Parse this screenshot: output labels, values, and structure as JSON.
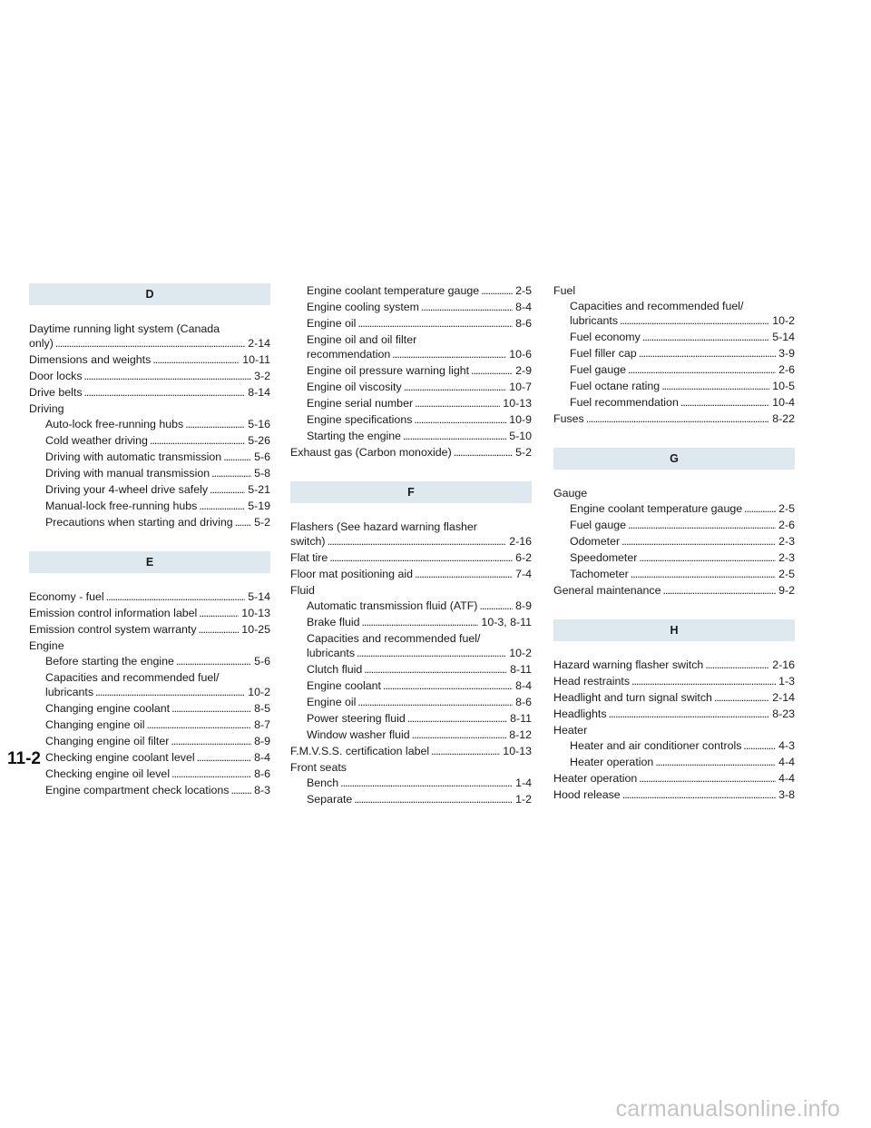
{
  "page_number": "11-2",
  "watermark": "carmanualsonline.info",
  "columns": [
    {
      "blocks": [
        {
          "type": "band",
          "label": "D"
        },
        {
          "type": "entry",
          "level": 0,
          "name": "Daytime running light system (Canada",
          "name2": "only)",
          "page": "2-14"
        },
        {
          "type": "entry",
          "level": 0,
          "name": "Dimensions and weights",
          "page": "10-11"
        },
        {
          "type": "entry",
          "level": 0,
          "name": "Door locks",
          "page": "3-2"
        },
        {
          "type": "entry",
          "level": 0,
          "name": "Drive belts",
          "page": "8-14"
        },
        {
          "type": "entry",
          "level": 0,
          "name": "Driving",
          "page": ""
        },
        {
          "type": "entry",
          "level": 1,
          "name": "Auto-lock free-running hubs",
          "page": "5-16"
        },
        {
          "type": "entry",
          "level": 1,
          "name": "Cold weather driving",
          "page": "5-26"
        },
        {
          "type": "entry",
          "level": 1,
          "name": "Driving with automatic transmission",
          "page": "5-6"
        },
        {
          "type": "entry",
          "level": 1,
          "name": "Driving with manual transmission",
          "page": "5-8"
        },
        {
          "type": "entry",
          "level": 1,
          "name": "Driving your 4-wheel drive safely",
          "page": "5-21"
        },
        {
          "type": "entry",
          "level": 1,
          "name": "Manual-lock free-running hubs",
          "page": "5-19"
        },
        {
          "type": "entry",
          "level": 1,
          "name": "Precautions when starting and driving",
          "page": "5-2"
        },
        {
          "type": "band",
          "label": "E"
        },
        {
          "type": "entry",
          "level": 0,
          "name": "Economy - fuel",
          "page": "5-14"
        },
        {
          "type": "entry",
          "level": 0,
          "name": "Emission control information label",
          "page": "10-13"
        },
        {
          "type": "entry",
          "level": 0,
          "name": "Emission control system warranty",
          "page": "10-25"
        },
        {
          "type": "entry",
          "level": 0,
          "name": "Engine",
          "page": ""
        },
        {
          "type": "entry",
          "level": 1,
          "name": "Before starting the engine",
          "page": "5-6"
        },
        {
          "type": "entry",
          "level": 1,
          "name": "Capacities and recommended fuel/",
          "name2": "lubricants",
          "page": "10-2"
        },
        {
          "type": "entry",
          "level": 1,
          "name": "Changing engine coolant",
          "page": "8-5"
        },
        {
          "type": "entry",
          "level": 1,
          "name": "Changing engine oil",
          "page": "8-7"
        },
        {
          "type": "entry",
          "level": 1,
          "name": "Changing engine oil filter",
          "page": "8-9"
        },
        {
          "type": "entry",
          "level": 1,
          "name": "Checking engine coolant level",
          "page": "8-4"
        },
        {
          "type": "entry",
          "level": 1,
          "name": "Checking engine oil level",
          "page": "8-6"
        },
        {
          "type": "entry",
          "level": 1,
          "name": "Engine compartment check locations",
          "page": "8-3"
        }
      ]
    },
    {
      "blocks": [
        {
          "type": "entry",
          "level": 1,
          "name": "Engine coolant temperature gauge",
          "page": "2-5"
        },
        {
          "type": "entry",
          "level": 1,
          "name": "Engine cooling system",
          "page": "8-4"
        },
        {
          "type": "entry",
          "level": 1,
          "name": "Engine oil",
          "page": "8-6"
        },
        {
          "type": "entry",
          "level": 1,
          "name": "Engine oil and oil filter",
          "name2": "recommendation",
          "page": "10-6"
        },
        {
          "type": "entry",
          "level": 1,
          "name": "Engine oil pressure warning light",
          "page": "2-9"
        },
        {
          "type": "entry",
          "level": 1,
          "name": "Engine oil viscosity",
          "page": "10-7"
        },
        {
          "type": "entry",
          "level": 1,
          "name": "Engine serial number",
          "page": "10-13"
        },
        {
          "type": "entry",
          "level": 1,
          "name": "Engine specifications",
          "page": "10-9"
        },
        {
          "type": "entry",
          "level": 1,
          "name": "Starting the engine",
          "page": "5-10"
        },
        {
          "type": "entry",
          "level": 0,
          "name": "Exhaust gas (Carbon monoxide)",
          "page": "5-2"
        },
        {
          "type": "band",
          "label": "F"
        },
        {
          "type": "entry",
          "level": 0,
          "name": "Flashers (See hazard warning flasher",
          "name2": "switch)",
          "page": "2-16"
        },
        {
          "type": "entry",
          "level": 0,
          "name": "Flat tire",
          "page": "6-2"
        },
        {
          "type": "entry",
          "level": 0,
          "name": "Floor mat positioning aid",
          "page": "7-4"
        },
        {
          "type": "entry",
          "level": 0,
          "name": "Fluid",
          "page": ""
        },
        {
          "type": "entry",
          "level": 1,
          "name": "Automatic transmission fluid (ATF)",
          "page": "8-9"
        },
        {
          "type": "entry",
          "level": 1,
          "name": "Brake fluid",
          "page": "10-3, 8-11"
        },
        {
          "type": "entry",
          "level": 1,
          "name": "Capacities and recommended fuel/",
          "name2": "lubricants",
          "page": "10-2"
        },
        {
          "type": "entry",
          "level": 1,
          "name": "Clutch fluid",
          "page": "8-11"
        },
        {
          "type": "entry",
          "level": 1,
          "name": "Engine coolant",
          "page": "8-4"
        },
        {
          "type": "entry",
          "level": 1,
          "name": "Engine oil",
          "page": "8-6"
        },
        {
          "type": "entry",
          "level": 1,
          "name": "Power steering fluid",
          "page": "8-11"
        },
        {
          "type": "entry",
          "level": 1,
          "name": "Window washer fluid",
          "page": "8-12"
        },
        {
          "type": "entry",
          "level": 0,
          "name": "F.M.V.S.S. certification label",
          "page": "10-13"
        },
        {
          "type": "entry",
          "level": 0,
          "name": "Front seats",
          "page": ""
        },
        {
          "type": "entry",
          "level": 1,
          "name": "Bench",
          "page": "1-4"
        },
        {
          "type": "entry",
          "level": 1,
          "name": "Separate",
          "page": "1-2"
        }
      ]
    },
    {
      "blocks": [
        {
          "type": "entry",
          "level": 0,
          "name": "Fuel",
          "page": ""
        },
        {
          "type": "entry",
          "level": 1,
          "name": "Capacities and recommended fuel/",
          "name2": "lubricants",
          "page": "10-2"
        },
        {
          "type": "entry",
          "level": 1,
          "name": "Fuel economy",
          "page": "5-14"
        },
        {
          "type": "entry",
          "level": 1,
          "name": "Fuel filler cap",
          "page": "3-9"
        },
        {
          "type": "entry",
          "level": 1,
          "name": "Fuel gauge",
          "page": "2-6"
        },
        {
          "type": "entry",
          "level": 1,
          "name": "Fuel octane rating",
          "page": "10-5"
        },
        {
          "type": "entry",
          "level": 1,
          "name": "Fuel recommendation",
          "page": "10-4"
        },
        {
          "type": "entry",
          "level": 0,
          "name": "Fuses",
          "page": "8-22"
        },
        {
          "type": "band",
          "label": "G"
        },
        {
          "type": "entry",
          "level": 0,
          "name": "Gauge",
          "page": ""
        },
        {
          "type": "entry",
          "level": 1,
          "name": "Engine coolant temperature gauge",
          "page": "2-5"
        },
        {
          "type": "entry",
          "level": 1,
          "name": "Fuel gauge",
          "page": "2-6"
        },
        {
          "type": "entry",
          "level": 1,
          "name": "Odometer",
          "page": "2-3"
        },
        {
          "type": "entry",
          "level": 1,
          "name": "Speedometer",
          "page": "2-3"
        },
        {
          "type": "entry",
          "level": 1,
          "name": "Tachometer",
          "page": "2-5"
        },
        {
          "type": "entry",
          "level": 0,
          "name": "General maintenance",
          "page": "9-2"
        },
        {
          "type": "band",
          "label": "H"
        },
        {
          "type": "entry",
          "level": 0,
          "name": "Hazard warning flasher switch",
          "page": "2-16"
        },
        {
          "type": "entry",
          "level": 0,
          "name": "Head restraints",
          "page": "1-3"
        },
        {
          "type": "entry",
          "level": 0,
          "name": "Headlight and turn signal switch",
          "page": "2-14"
        },
        {
          "type": "entry",
          "level": 0,
          "name": "Headlights",
          "page": "8-23"
        },
        {
          "type": "entry",
          "level": 0,
          "name": "Heater",
          "page": ""
        },
        {
          "type": "entry",
          "level": 1,
          "name": "Heater and air conditioner controls",
          "page": "4-3"
        },
        {
          "type": "entry",
          "level": 1,
          "name": "Heater operation",
          "page": "4-4"
        },
        {
          "type": "entry",
          "level": 0,
          "name": "Heater operation",
          "page": "4-4"
        },
        {
          "type": "entry",
          "level": 0,
          "name": "Hood release",
          "page": "3-8"
        }
      ]
    }
  ]
}
